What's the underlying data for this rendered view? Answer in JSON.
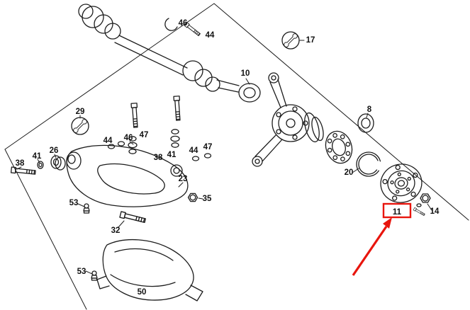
{
  "diagram": {
    "highlighted_part_label": "11",
    "callouts": [
      {
        "label": "46"
      },
      {
        "label": "44"
      },
      {
        "label": "17"
      },
      {
        "label": "10"
      },
      {
        "label": "8"
      },
      {
        "label": "29"
      },
      {
        "label": "44"
      },
      {
        "label": "46"
      },
      {
        "label": "47"
      },
      {
        "label": "38"
      },
      {
        "label": "41"
      },
      {
        "label": "26"
      },
      {
        "label": "38"
      },
      {
        "label": "41"
      },
      {
        "label": "44"
      },
      {
        "label": "47"
      },
      {
        "label": "23"
      },
      {
        "label": "35"
      },
      {
        "label": "53"
      },
      {
        "label": "32"
      },
      {
        "label": "50"
      },
      {
        "label": "53"
      },
      {
        "label": "20"
      },
      {
        "label": "11"
      },
      {
        "label": "14"
      }
    ]
  },
  "colors": {
    "line": "#1c1c1c",
    "label_text": "#111111",
    "highlight": "#e8150d",
    "background": "#ffffff"
  }
}
